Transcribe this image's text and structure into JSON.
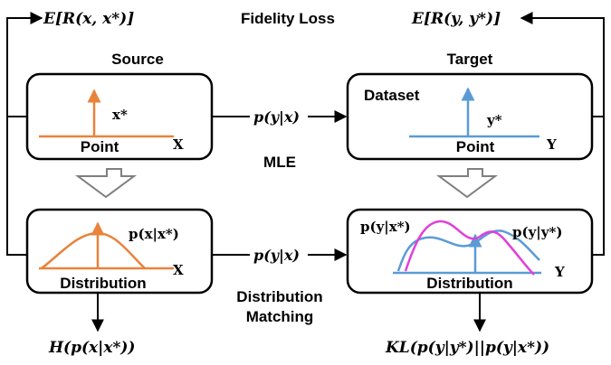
{
  "top": {
    "source_expectation": "E[R(x, x*)]",
    "fidelity_loss": "Fidelity Loss",
    "target_expectation": "E[R(y, y*)]"
  },
  "source": {
    "title": "Source",
    "point_label": "Point",
    "point_var": "x*",
    "point_axis": "X",
    "distribution_label": "Distribution",
    "distribution_expr": "p(x|x*)",
    "distribution_axis": "X",
    "entropy": "H(p(x|x*))"
  },
  "middle": {
    "model_top": "p(y|x)",
    "mle": "MLE",
    "model_bottom": "p(y|x)",
    "distribution_matching_line1": "Distribution",
    "distribution_matching_line2": "Matching"
  },
  "target": {
    "title": "Target",
    "dataset_label": "Dataset",
    "point_label": "Point",
    "point_var": "y*",
    "point_axis": "Y",
    "distribution_label": "Distribution",
    "expr_left": "p(y|x*)",
    "expr_right": "p(y|y*)",
    "distribution_axis": "Y",
    "kl": "KL(p(y|y*)||p(y|x*))"
  },
  "colors": {
    "orange": "#E8833A",
    "blue": "#5B9BD5",
    "magenta": "#E040D8",
    "hollow_arrow": "#7F7F7F"
  }
}
